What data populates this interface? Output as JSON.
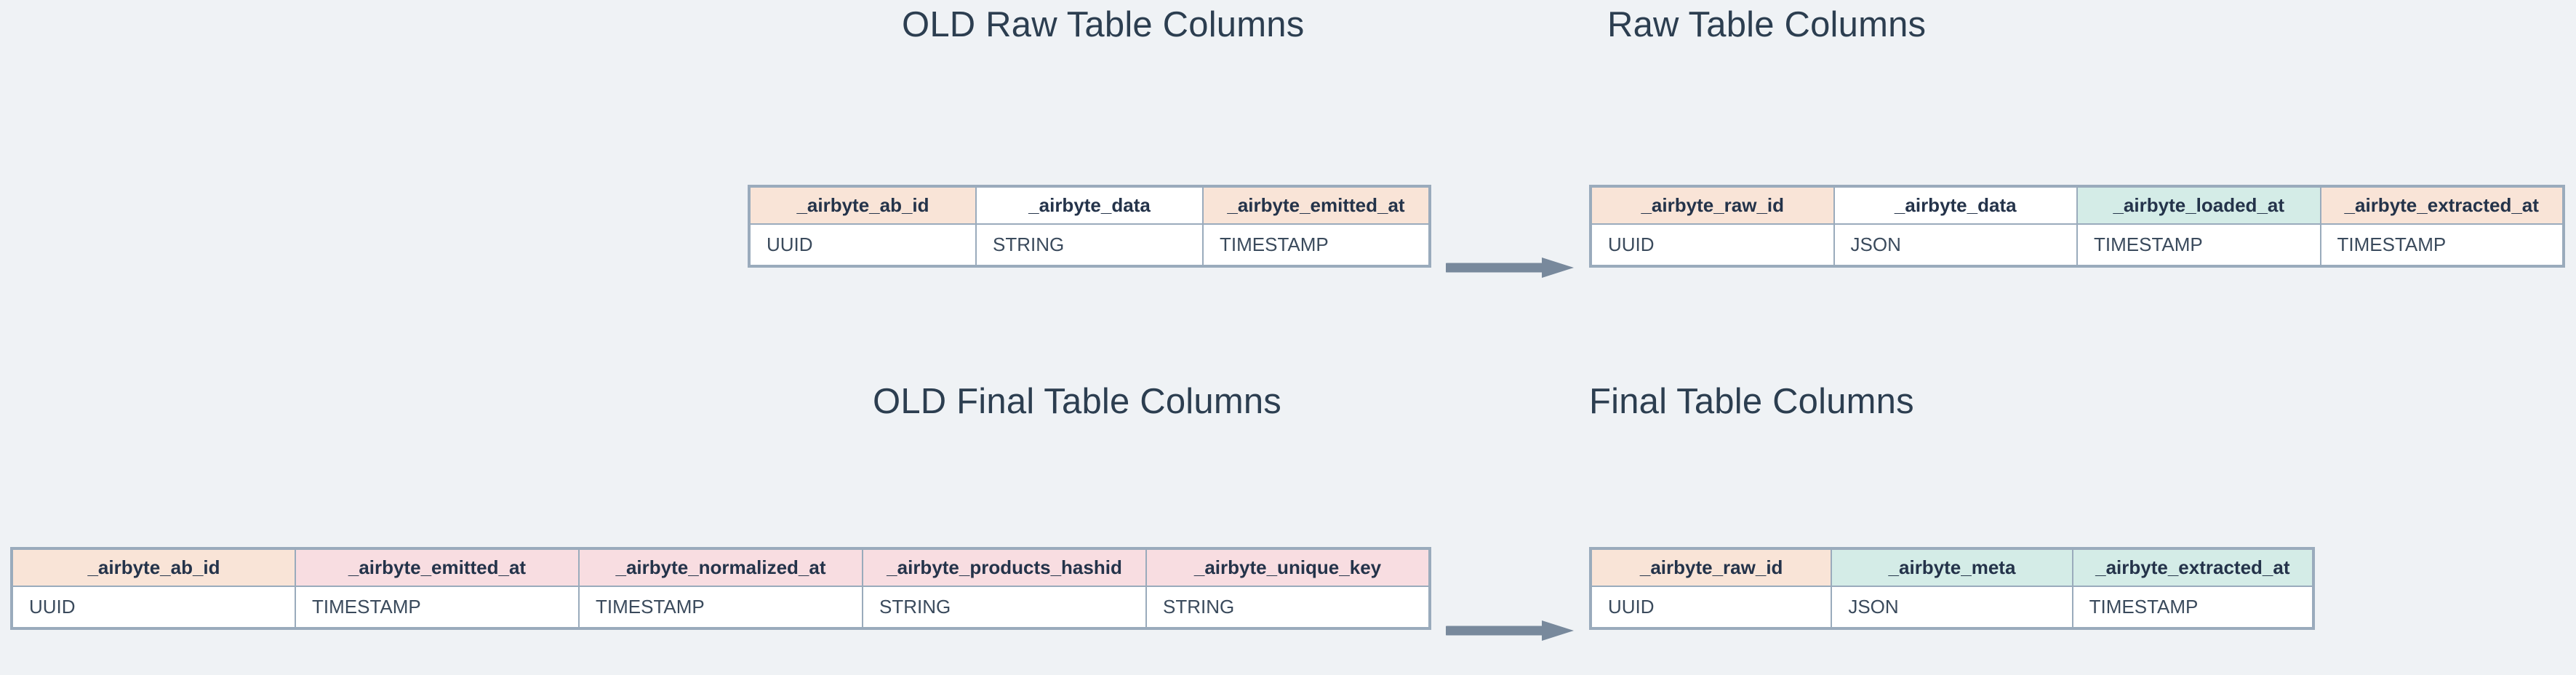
{
  "background_color": "#eff2f5",
  "palette": {
    "border": "#9aabbc",
    "text": "#27374a",
    "peach": "#f9e4d7",
    "teal": "#d4ece7",
    "pink": "#f8dde1",
    "white": "#ffffff",
    "arrow": "#78899c"
  },
  "sections": [
    {
      "id": "raw",
      "old_title": "OLD Raw Table Columns",
      "new_title": "Raw Table Columns",
      "arrow_icon": "right-arrow-icon",
      "old_table": {
        "columns": [
          {
            "name": "_airbyte_ab_id",
            "type": "UUID",
            "header_fill": "peach",
            "type_fill": "white"
          },
          {
            "name": "_airbyte_data",
            "type": "STRING",
            "header_fill": "white",
            "type_fill": "peach"
          },
          {
            "name": "_airbyte_emitted_at",
            "type": "TIMESTAMP",
            "header_fill": "peach",
            "type_fill": "white"
          }
        ]
      },
      "new_table": {
        "columns": [
          {
            "name": "_airbyte_raw_id",
            "type": "UUID",
            "header_fill": "peach",
            "type_fill": "white"
          },
          {
            "name": "_airbyte_data",
            "type": "JSON",
            "header_fill": "white",
            "type_fill": "peach"
          },
          {
            "name": "_airbyte_loaded_at",
            "type": "TIMESTAMP",
            "header_fill": "teal",
            "type_fill": "white"
          },
          {
            "name": "_airbyte_extracted_at",
            "type": "TIMESTAMP",
            "header_fill": "peach",
            "type_fill": "white"
          }
        ]
      }
    },
    {
      "id": "final",
      "old_title": "OLD Final Table Columns",
      "new_title": "Final Table Columns",
      "arrow_icon": "right-arrow-icon",
      "old_table": {
        "columns": [
          {
            "name": "_airbyte_ab_id",
            "type": "UUID",
            "header_fill": "peach",
            "type_fill": "white"
          },
          {
            "name": "_airbyte_emitted_at",
            "type": "TIMESTAMP",
            "header_fill": "pink",
            "type_fill": "white"
          },
          {
            "name": "_airbyte_normalized_at",
            "type": "TIMESTAMP",
            "header_fill": "pink",
            "type_fill": "white"
          },
          {
            "name": "_airbyte_products_hashid",
            "type": "STRING",
            "header_fill": "pink",
            "type_fill": "white"
          },
          {
            "name": "_airbyte_unique_key",
            "type": "STRING",
            "header_fill": "pink",
            "type_fill": "white"
          }
        ]
      },
      "new_table": {
        "columns": [
          {
            "name": "_airbyte_raw_id",
            "type": "UUID",
            "header_fill": "peach",
            "type_fill": "white"
          },
          {
            "name": "_airbyte_meta",
            "type": "JSON",
            "header_fill": "teal",
            "type_fill": "white"
          },
          {
            "name": "_airbyte_extracted_at",
            "type": "TIMESTAMP",
            "header_fill": "teal",
            "type_fill": "white"
          }
        ]
      }
    }
  ]
}
